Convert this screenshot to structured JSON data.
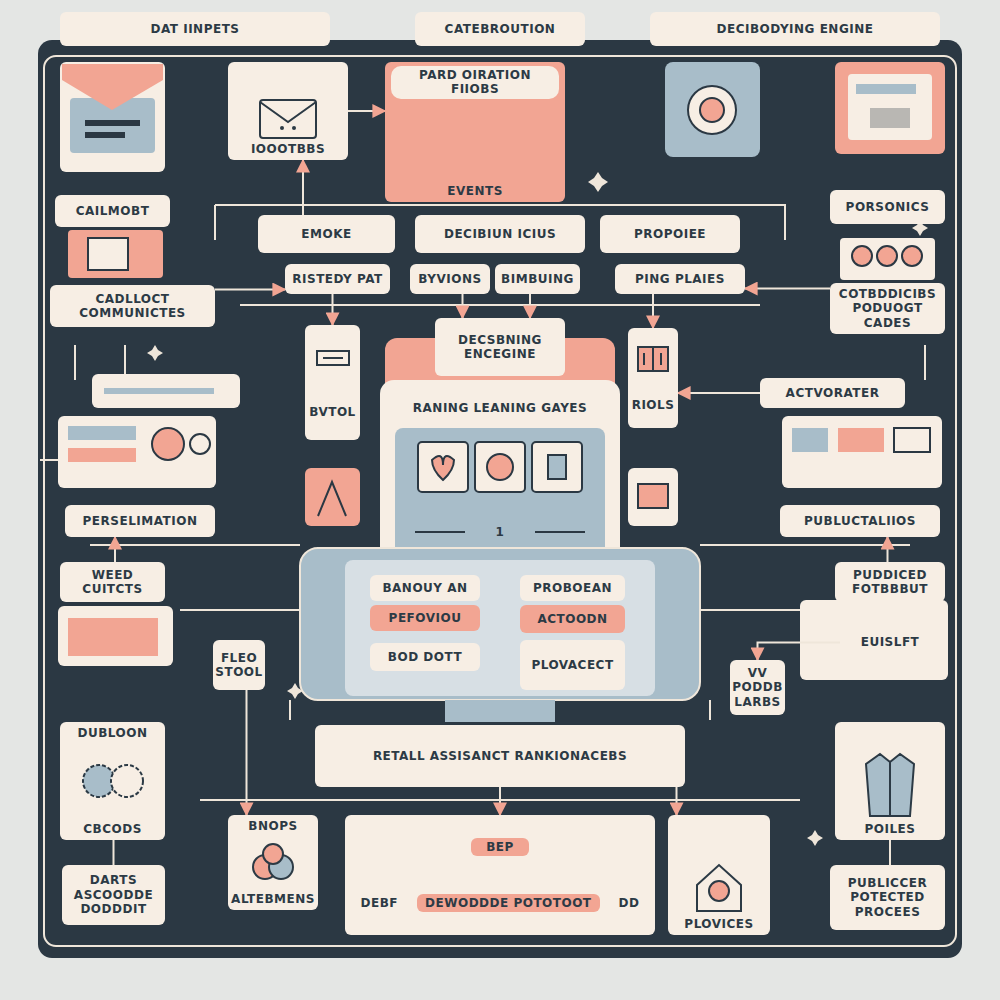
{
  "diagram": {
    "nodes": [
      {
        "text": [
          "DAT IINPETS"
        ]
      },
      {
        "text": [
          "CATEBROUTION"
        ]
      },
      {
        "text": [
          "DECIBODYING ENGINE"
        ]
      },
      {
        "text": [
          "IOOOTBBS"
        ]
      },
      {
        "text": [
          "PARD OIRATION FIIOBS",
          "EVENTS"
        ]
      },
      {
        "text": [
          "CAILMOBT"
        ]
      },
      {
        "text": [
          "PORSONICS"
        ]
      },
      {
        "text": [
          "EMOKE"
        ]
      },
      {
        "text": [
          "DECIBIUN ICIUS"
        ]
      },
      {
        "text": [
          "PROPOIEE"
        ]
      },
      {
        "text": [
          "RISTEDY PAT"
        ]
      },
      {
        "text": [
          "BYVIONS"
        ]
      },
      {
        "text": [
          "BIMBUING"
        ]
      },
      {
        "text": [
          "PING PLAIES"
        ]
      },
      {
        "text": [
          "CADLLOCT COMMUNICTES"
        ]
      },
      {
        "text": [
          "COTBDDICIBS PODUOGT CADES"
        ]
      },
      {
        "text": [
          "DECSBNING ENCEGINE"
        ]
      },
      {
        "text": [
          "BVTOL"
        ]
      },
      {
        "text": [
          "RANING LEANING GAYES"
        ]
      },
      {
        "text": [
          "RIOLS"
        ]
      },
      {
        "text": [
          "ACTVORATER"
        ]
      },
      {
        "text": [
          "1"
        ]
      },
      {
        "text": [
          "PERSELIMATION"
        ]
      },
      {
        "text": [
          "PUBLUCTALIIOS"
        ]
      },
      {
        "text": [
          "WEED CUITCTS"
        ]
      },
      {
        "text": [
          "BANOUY AN"
        ]
      },
      {
        "text": [
          "PROBOEAN"
        ]
      },
      {
        "text": [
          "PEFOVIOU"
        ]
      },
      {
        "text": [
          "ACTOODN"
        ]
      },
      {
        "text": [
          "PUDDICED FOTBBBUT"
        ]
      },
      {
        "text": [
          "EUISLFT"
        ]
      },
      {
        "text": [
          "FLEO STOOL"
        ]
      },
      {
        "text": [
          "BOD DOTT"
        ]
      },
      {
        "text": [
          "PLOVACECT"
        ]
      },
      {
        "text": [
          "VV PODDB LARBS"
        ]
      },
      {
        "text": [
          "RETALL ASSISANCT RANKIONACEBS"
        ]
      },
      {
        "text": [
          "DUBLOON",
          "CBCODS"
        ]
      },
      {
        "text": [
          "POILES"
        ]
      },
      {
        "text": [
          "BNOPS",
          "ALTEBMENS"
        ]
      },
      {
        "text": [
          "BEP",
          "DEBF",
          "DEWODDDE POTOTOOT",
          "DD"
        ]
      },
      {
        "text": [
          "PLOVICES"
        ]
      },
      {
        "text": [
          "DARTS ASCOODDE DODDDIT"
        ]
      },
      {
        "text": [
          "PUBLICCER POTECTED PROCEES"
        ]
      }
    ],
    "edges": [
      {
        "from": 3,
        "to": 4,
        "arrow": "to"
      },
      {
        "from": 7,
        "to": 3,
        "arrow": "to"
      },
      {
        "from": 14,
        "to": 10,
        "arrow": "to"
      },
      {
        "from": 15,
        "to": 13,
        "arrow": "to"
      },
      {
        "from": 10,
        "to": 17,
        "arrow": "to"
      },
      {
        "from": 13,
        "to": 19,
        "arrow": "to"
      },
      {
        "from": 20,
        "to": 19,
        "arrow": "to"
      },
      {
        "from": 11,
        "to": 16,
        "arrow": "to"
      },
      {
        "from": 12,
        "to": 16,
        "arrow": "to"
      },
      {
        "from": 35,
        "to": 39,
        "arrow": "to"
      },
      {
        "from": 35,
        "to": 40,
        "arrow": "to"
      },
      {
        "from": 31,
        "to": 38,
        "arrow": "to"
      },
      {
        "from": 24,
        "to": 22,
        "arrow": "to"
      },
      {
        "from": 29,
        "to": 23,
        "arrow": "to"
      },
      {
        "from": 36,
        "to": 41,
        "arrow": "none"
      },
      {
        "from": 37,
        "to": 42,
        "arrow": "none"
      },
      {
        "from": 30,
        "to": 34,
        "arrow": "to"
      }
    ]
  }
}
